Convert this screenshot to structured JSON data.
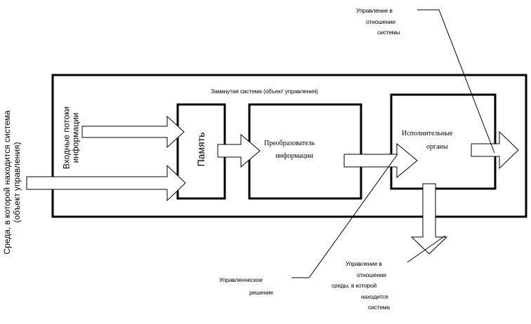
{
  "labels": {
    "system_title": "Замкнутая система (объект управления)",
    "environment_line1": "Среда, в которой находится система",
    "environment_line2": "(объект управления)",
    "input_line1": "Входные потоки",
    "input_line2": "информации",
    "memory": "Память",
    "converter_line1": "Преобразователь",
    "converter_line2": "информации",
    "executive_line1": "Исполнительные",
    "executive_line2": "органы",
    "control_system_line1": "Управление в",
    "control_system_line2": "отношении",
    "control_system_line3": "системы",
    "control_env_line1": "Управление в",
    "control_env_line2": "отношении",
    "control_env_line3": "среды, в которой",
    "control_env_line4": "находится",
    "control_env_line5": "система",
    "decision_line1": "Управленческое",
    "decision_line2": "решение"
  }
}
